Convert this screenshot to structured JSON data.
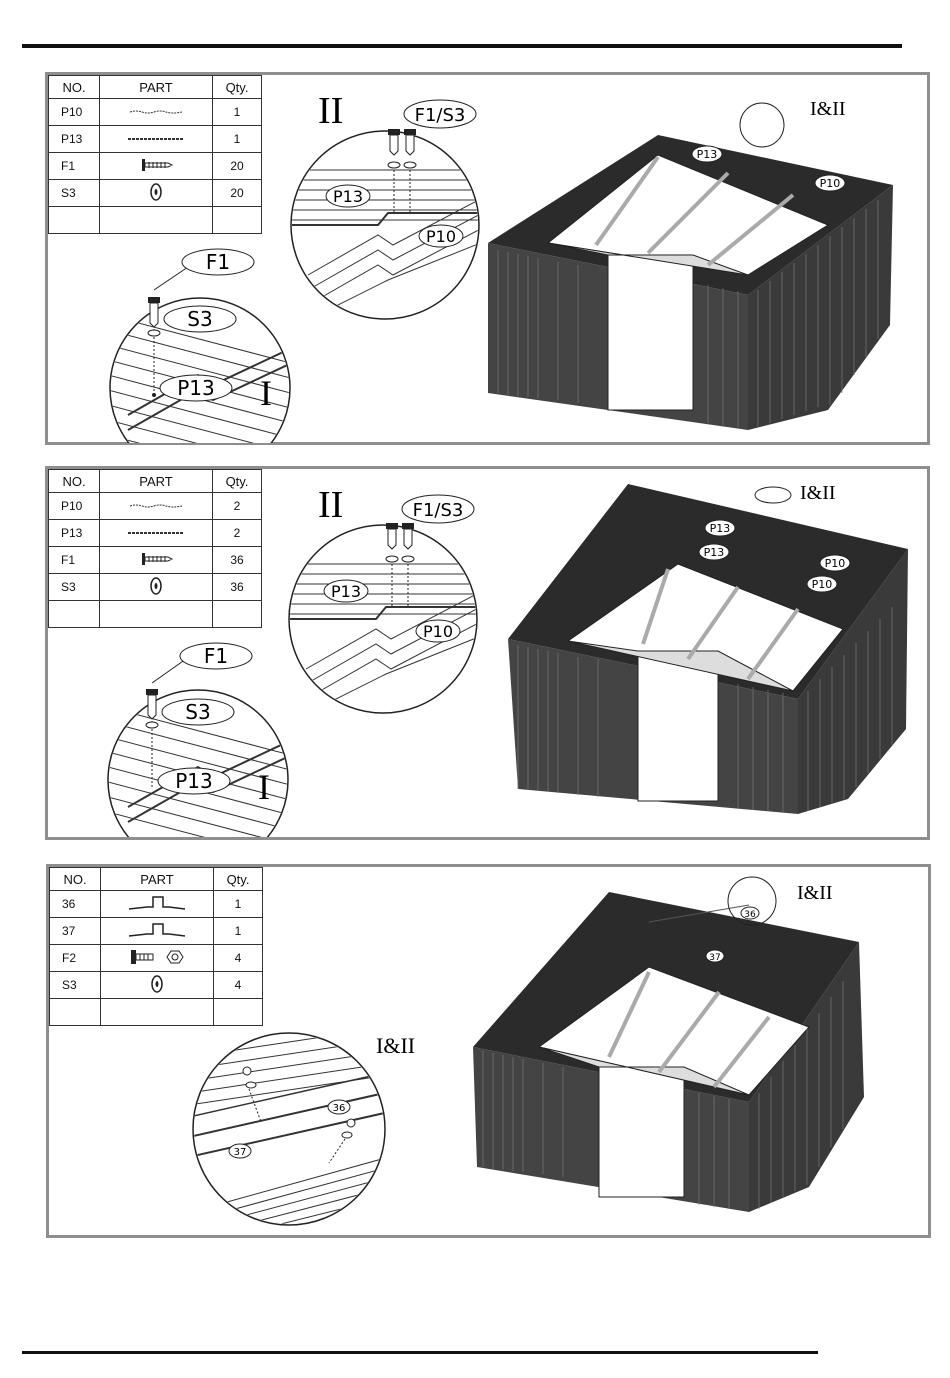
{
  "panels": [
    {
      "table": {
        "headers": [
          "NO.",
          "PART",
          "Qty."
        ],
        "rows": [
          {
            "no": "P10",
            "part_icon": "thin-bar-icon",
            "qty": "1"
          },
          {
            "no": "P13",
            "part_icon": "thick-bar-icon",
            "qty": "1"
          },
          {
            "no": "F1",
            "part_icon": "screw-icon",
            "qty": "20"
          },
          {
            "no": "S3",
            "part_icon": "washer-icon",
            "qty": "20"
          }
        ]
      },
      "detail_I": {
        "roman": "I",
        "labels": [
          "F1",
          "S3",
          "P13"
        ]
      },
      "detail_II": {
        "roman": "II",
        "labels": [
          "F1/S3",
          "P13",
          "P10"
        ]
      },
      "shed": {
        "callout": "I&II",
        "labels": [
          "P13",
          "P10"
        ]
      }
    },
    {
      "table": {
        "headers": [
          "NO.",
          "PART",
          "Qty."
        ],
        "rows": [
          {
            "no": "P10",
            "part_icon": "thin-bar-icon",
            "qty": "2"
          },
          {
            "no": "P13",
            "part_icon": "thick-bar-icon",
            "qty": "2"
          },
          {
            "no": "F1",
            "part_icon": "screw-icon",
            "qty": "36"
          },
          {
            "no": "S3",
            "part_icon": "washer-icon",
            "qty": "36"
          }
        ]
      },
      "detail_I": {
        "roman": "I",
        "labels": [
          "F1",
          "S3",
          "P13"
        ]
      },
      "detail_II": {
        "roman": "II",
        "labels": [
          "F1/S3",
          "P13",
          "P10"
        ]
      },
      "shed": {
        "callout": "I&II",
        "labels": [
          "P13",
          "P13",
          "P10",
          "P10"
        ]
      }
    },
    {
      "table": {
        "headers": [
          "NO.",
          "PART",
          "Qty."
        ],
        "rows": [
          {
            "no": "36",
            "part_icon": "ridge-cap-icon",
            "qty": "1"
          },
          {
            "no": "37",
            "part_icon": "ridge-cap-icon",
            "qty": "1"
          },
          {
            "no": "F2",
            "part_icon": "bolt-nut-icon",
            "qty": "4"
          },
          {
            "no": "S3",
            "part_icon": "washer-icon",
            "qty": "4"
          }
        ]
      },
      "detail": {
        "roman": "I&II",
        "labels": [
          "36",
          "37"
        ]
      },
      "shed": {
        "callout": "I&II",
        "labels": [
          "36",
          "37"
        ]
      }
    }
  ]
}
